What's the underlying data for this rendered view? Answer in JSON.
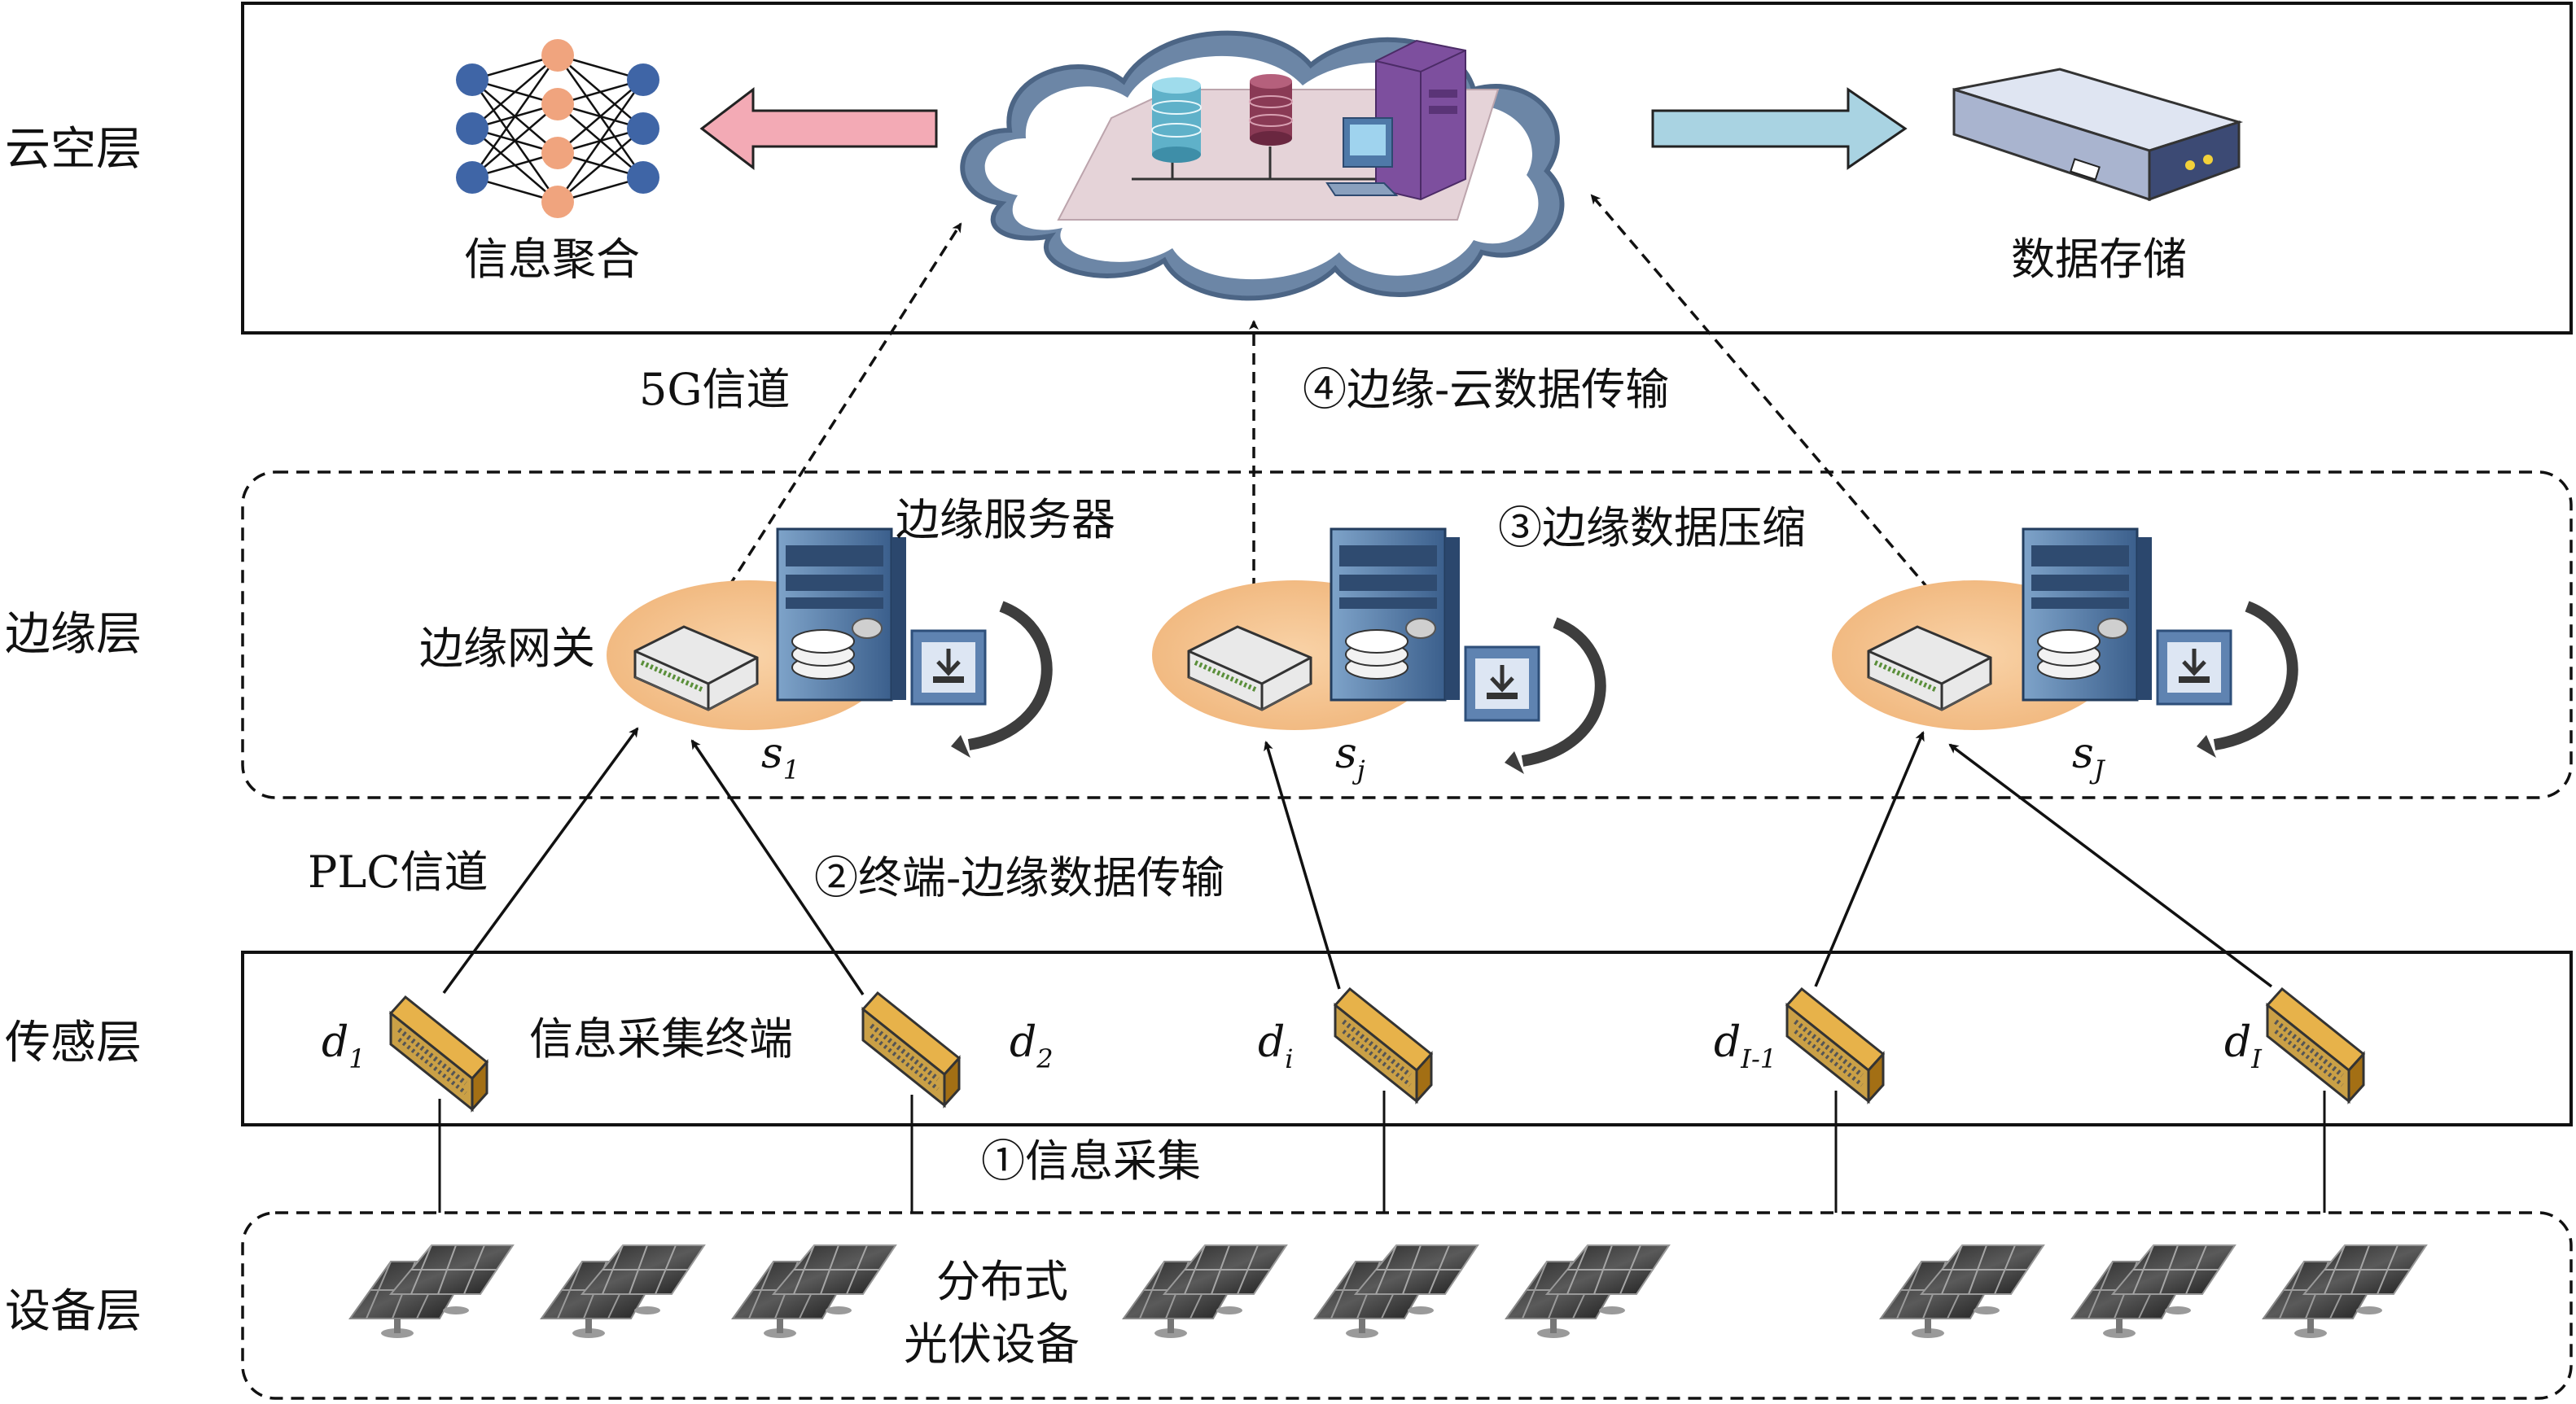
{
  "layers": {
    "cloud": "云空层",
    "edge": "边缘层",
    "sensing": "传感层",
    "device": "设备层"
  },
  "cloud": {
    "info_aggregation": "信息聚合",
    "data_storage": "数据存储"
  },
  "channels": {
    "fiveg": "5G信道",
    "plc": "PLC信道"
  },
  "steps": {
    "s1_collect": "①信息采集",
    "s2_terminal_edge": "②终端-边缘数据传输",
    "s3_edge_compress": "③边缘数据压缩",
    "s4_edge_cloud": "④边缘-云数据传输"
  },
  "edge": {
    "server": "边缘服务器",
    "gateway": "边缘网关",
    "nodes": [
      {
        "sym": "s",
        "idx": "1"
      },
      {
        "sym": "s",
        "idx": "j"
      },
      {
        "sym": "s",
        "idx": "J"
      }
    ]
  },
  "sensing": {
    "terminal": "信息采集终端",
    "devices": [
      {
        "sym": "d",
        "idx": "1"
      },
      {
        "sym": "d",
        "idx": "2"
      },
      {
        "sym": "d",
        "idx": "i"
      },
      {
        "sym": "d",
        "idx": "I-1"
      },
      {
        "sym": "d",
        "idx": "I"
      }
    ]
  },
  "device_layer": {
    "pv_line1": "分布式",
    "pv_line2": "光伏设备"
  },
  "colors": {
    "pink_arrow": "#f3aab5",
    "blue_arrow": "#a9d3e2",
    "edge_ellipse": "#f6c28f",
    "server_blue": "#4f79a8",
    "terminal_gold": "#d69b2a",
    "neuron_blue": "#3f65a6",
    "neuron_orange": "#f0a47e"
  }
}
